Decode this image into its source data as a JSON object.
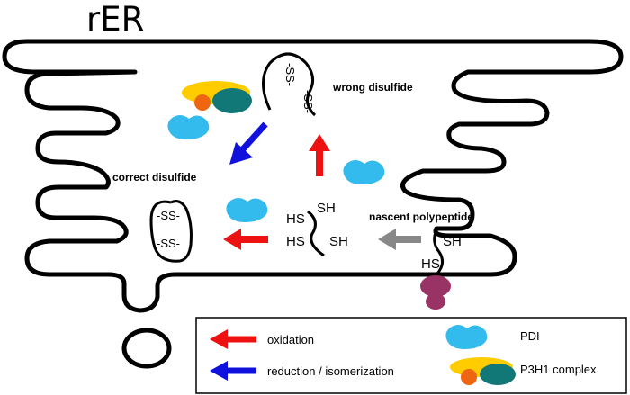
{
  "title": "rER",
  "labels": {
    "wrong_disulfide": "wrong disulfide",
    "correct_disulfide": "correct disulfide",
    "nascent_polypeptide": "nascent polypeptide"
  },
  "chem": {
    "ss": "-SS-",
    "sh": "SH",
    "hs": "HS"
  },
  "legend": {
    "oxidation": "oxidation",
    "reduction": "reduction / isomerization",
    "pdi": "PDI",
    "p3h1": "P3H1 complex"
  },
  "colors": {
    "oxidation_arrow": "#ee1111",
    "reduction_arrow": "#1111dd",
    "neutral_arrow": "#888888",
    "pdi": "#33bbee",
    "p3h1_yellow": "#ffcc00",
    "p3h1_orange": "#ee6611",
    "p3h1_teal": "#117777",
    "ribosome": "#993366"
  }
}
